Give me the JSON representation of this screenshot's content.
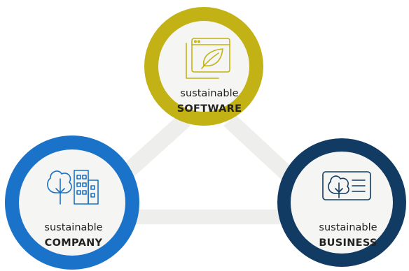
{
  "nodes": {
    "software": {
      "line1": "sustainable",
      "line2": "SOFTWARE",
      "color": "#c2b216",
      "icon": "browser-leaf-icon"
    },
    "company": {
      "line1": "sustainable",
      "line2": "COMPANY",
      "color": "#1a73c8",
      "icon": "tree-buildings-icon"
    },
    "business": {
      "line1": "sustainable",
      "line2": "BUSINESS",
      "color": "#113b63",
      "icon": "tree-card-icon"
    }
  },
  "colors": {
    "connector": "#eeeeec",
    "circle_fill": "#f5f5f3",
    "text": "#222222"
  }
}
